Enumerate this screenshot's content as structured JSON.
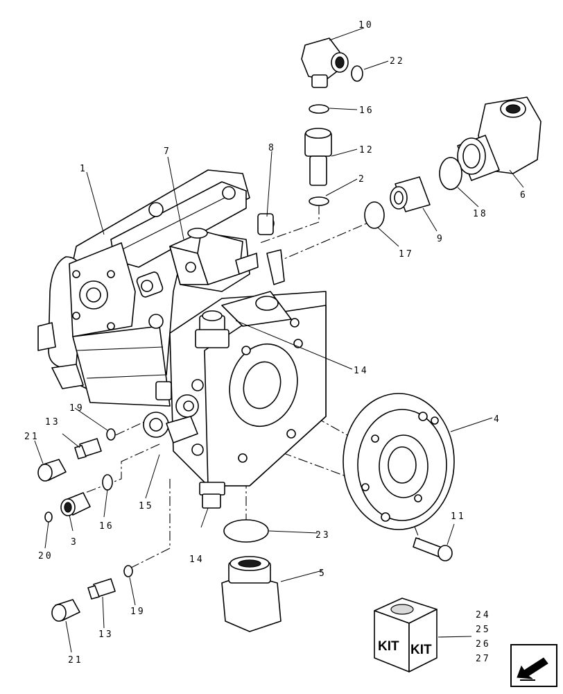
{
  "callouts": [
    {
      "id": "c1",
      "text": "1"
    },
    {
      "id": "c2",
      "text": "2"
    },
    {
      "id": "c3",
      "text": "3"
    },
    {
      "id": "c4",
      "text": "4"
    },
    {
      "id": "c5",
      "text": "5"
    },
    {
      "id": "c6",
      "text": "6"
    },
    {
      "id": "c7",
      "text": "7"
    },
    {
      "id": "c8",
      "text": "8"
    },
    {
      "id": "c9",
      "text": "9"
    },
    {
      "id": "c10",
      "text": "10"
    },
    {
      "id": "c11",
      "text": "11"
    },
    {
      "id": "c12",
      "text": "12"
    },
    {
      "id": "c13a",
      "text": "13"
    },
    {
      "id": "c13b",
      "text": "13"
    },
    {
      "id": "c14a",
      "text": "14"
    },
    {
      "id": "c14b",
      "text": "14"
    },
    {
      "id": "c15",
      "text": "15"
    },
    {
      "id": "c16a",
      "text": "16"
    },
    {
      "id": "c16b",
      "text": "16"
    },
    {
      "id": "c17",
      "text": "17"
    },
    {
      "id": "c18",
      "text": "18"
    },
    {
      "id": "c19a",
      "text": "19"
    },
    {
      "id": "c19b",
      "text": "19"
    },
    {
      "id": "c20",
      "text": "20"
    },
    {
      "id": "c21a",
      "text": "21"
    },
    {
      "id": "c21b",
      "text": "21"
    },
    {
      "id": "c22",
      "text": "22"
    },
    {
      "id": "c23",
      "text": "23"
    },
    {
      "id": "c24",
      "text": "24"
    },
    {
      "id": "c25",
      "text": "25"
    },
    {
      "id": "c26",
      "text": "26"
    },
    {
      "id": "c27",
      "text": "27"
    }
  ],
  "kit_box": {
    "label_left": "KIT",
    "label_right": "KIT"
  },
  "nav": {
    "icon": "next-page-arrow-icon"
  }
}
